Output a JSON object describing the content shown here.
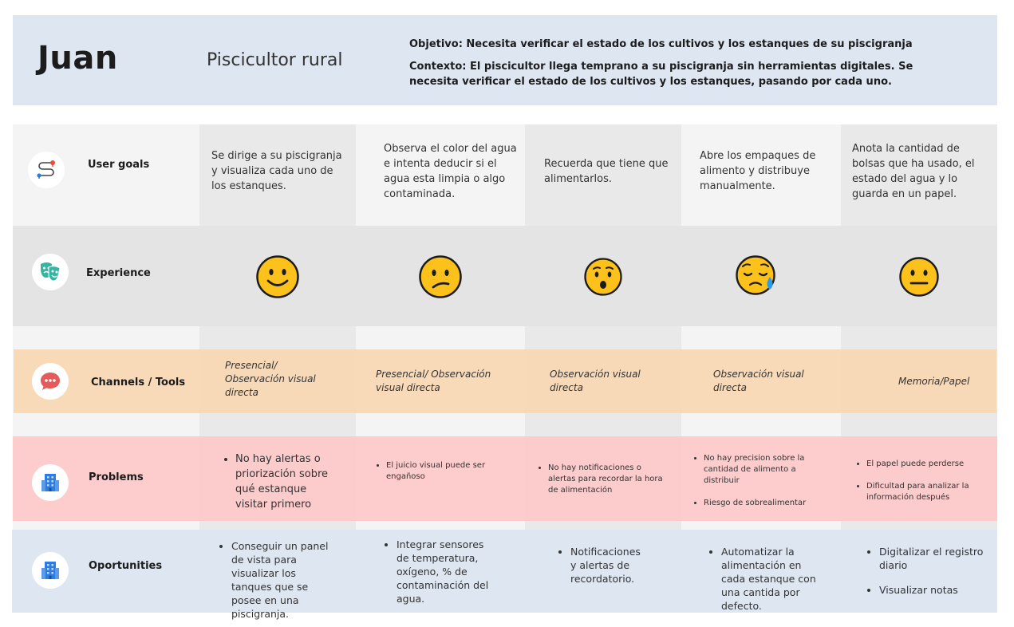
{
  "header": {
    "name": "Juan",
    "role": "Piscicultor rural",
    "objective": "Objetivo: Necesita verificar el estado de los cultivos  y los estanques de su piscigranja",
    "context": "Contexto: El piscicultor llega temprano a su piscigranja sin herramientas digitales. Se necesita verificar el estado de los cultivos y los estanques, pasando por cada uno."
  },
  "rows": {
    "goals": {
      "label": "User goals",
      "icon": "route-map-pin-icon",
      "cells": [
        "Se dirige a su piscigranja y visualiza cada uno de los estanques.",
        "Observa el color del agua e intenta deducir si el agua esta limpia o algo contaminada.",
        "Recuerda que tiene que alimentarlos.",
        "Abre los empaques de alimento y distribuye manualmente.",
        "Anota la cantidad de bolsas que ha usado, el estado del agua y lo guarda en un papel."
      ]
    },
    "experience": {
      "label": "Experience",
      "icon": "theater-masks-icon",
      "faces": [
        "smiling-face-icon",
        "confused-face-icon",
        "surprised-face-icon",
        "sleepy-face-icon",
        "neutral-face-icon"
      ]
    },
    "channels": {
      "label": "Channels / Tools",
      "icon": "chat-bubble-icon",
      "cells": [
        "Presencial/ Observación visual directa",
        "Presencial/ Observación visual directa",
        "Observación visual directa",
        "Observación visual directa",
        "Memoria/Papel"
      ]
    },
    "problems": {
      "label": "Problems",
      "icon": "building-icon",
      "cells": [
        [
          "No hay alertas o priorización sobre qué estanque visitar primero"
        ],
        [
          "El juicio visual puede ser engañoso"
        ],
        [
          "No hay notificaciones o alertas para recordar la hora de alimentación"
        ],
        [
          "No hay precision sobre la cantidad de alimento a distribuir",
          "Riesgo de sobrealimentar"
        ],
        [
          "El papel puede perderse",
          "Dificultad para analizar la información después"
        ]
      ]
    },
    "opportunities": {
      "label": "Oportunities",
      "icon": "building-icon",
      "cells": [
        [
          "Conseguir un panel de vista para visualizar los tanques que se posee en una piscigranja."
        ],
        [
          "Integrar sensores de temperatura, oxígeno, % de contaminación del agua."
        ],
        [
          "Notificaciones y alertas de recordatorio."
        ],
        [
          "Automatizar la alimentación en cada estanque con una cantida por defecto."
        ],
        [
          "Digitalizar el registro diario",
          "Visualizar notas"
        ]
      ]
    }
  },
  "colors": {
    "header_bg": "#dde6f1",
    "channels_bg": "#f7d7b3",
    "problems_bg": "#fdc9c9",
    "opportunities_bg": "#dde6f1",
    "experience_bg": "#e4e4e4",
    "goals_bg": "#f4f4f4"
  }
}
